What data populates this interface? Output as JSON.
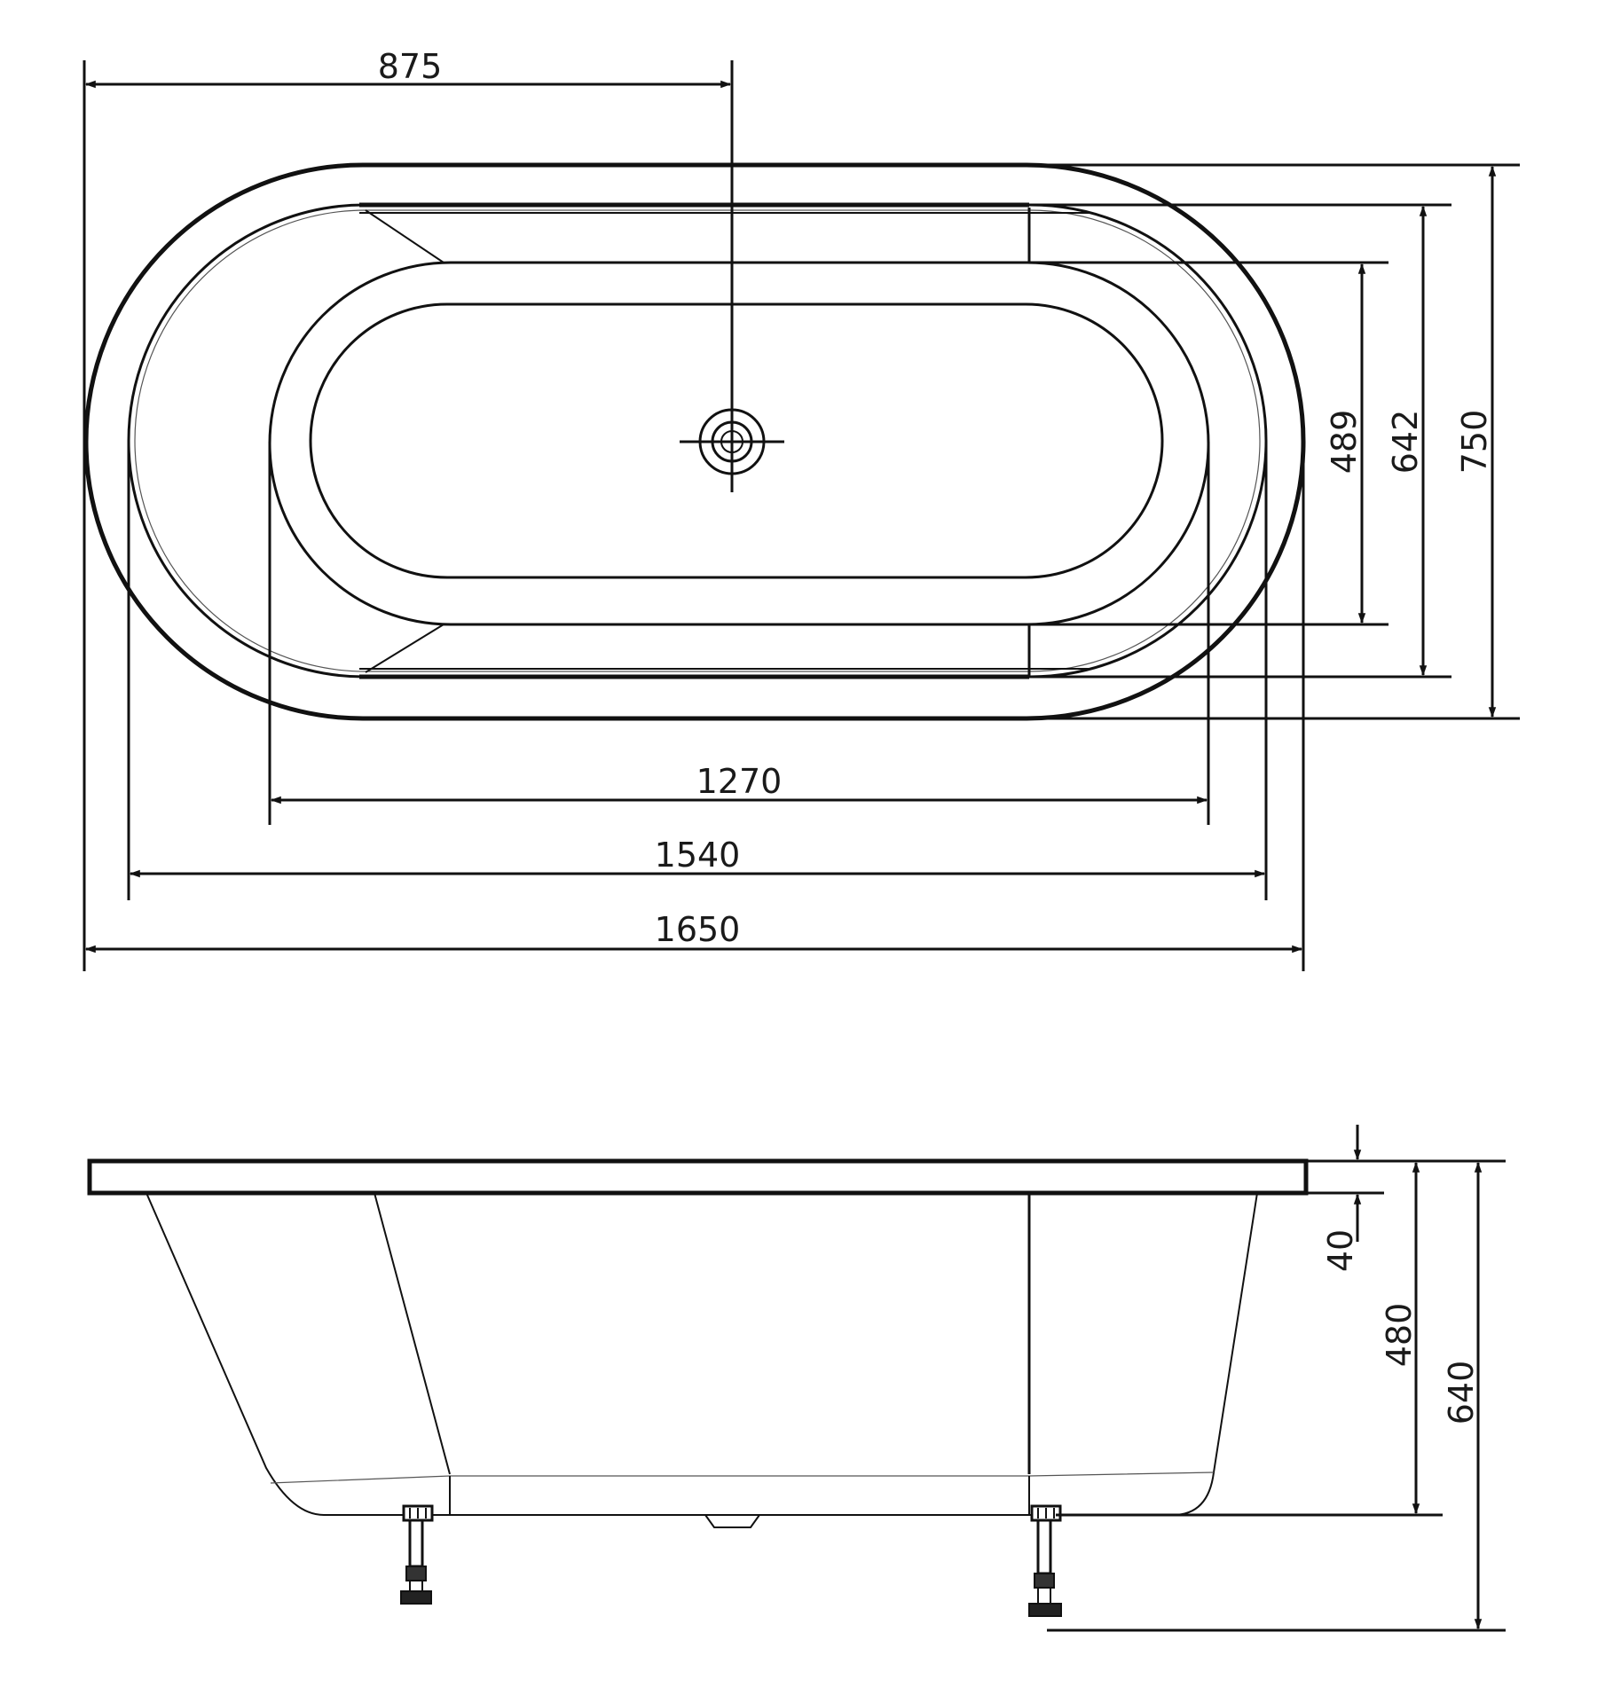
{
  "plan_view": {
    "dims": {
      "drain_offset": "875",
      "inner_bottom_length": "1270",
      "inner_length": "1540",
      "overall_length": "1650",
      "inner_bottom_width": "489",
      "inner_width": "642",
      "overall_width": "750"
    }
  },
  "side_view": {
    "dims": {
      "rim_thickness": "40",
      "tub_depth": "480",
      "overall_height": "640"
    }
  }
}
